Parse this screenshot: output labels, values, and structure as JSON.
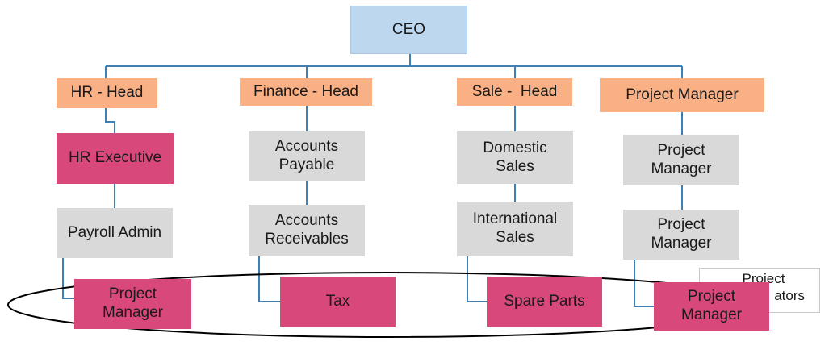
{
  "ceo": "CEO",
  "heads": {
    "hr": "HR - Head",
    "finance": "Finance - Head",
    "sale": "Sale -  Head",
    "project": "Project Manager"
  },
  "hr": {
    "level1": "HR Executive",
    "level2": "Payroll Admin",
    "level3": "Project Manager"
  },
  "finance": {
    "level1": "Accounts Payable",
    "level2": "Accounts Receivables",
    "level3": "Tax"
  },
  "sale": {
    "level1": "Domestic Sales",
    "level2": "International Sales",
    "level3": "Spare Parts"
  },
  "project": {
    "level1": "Project Manager",
    "level2": "Project Manager",
    "level3": "Project Manager"
  },
  "partial_label": {
    "line1": "Project",
    "line2": "ators"
  },
  "colors": {
    "ceo": "#bdd7ee",
    "head": "#f9b084",
    "grey": "#d9d9d9",
    "pink": "#d8487a",
    "connector": "#3f7fb3"
  }
}
